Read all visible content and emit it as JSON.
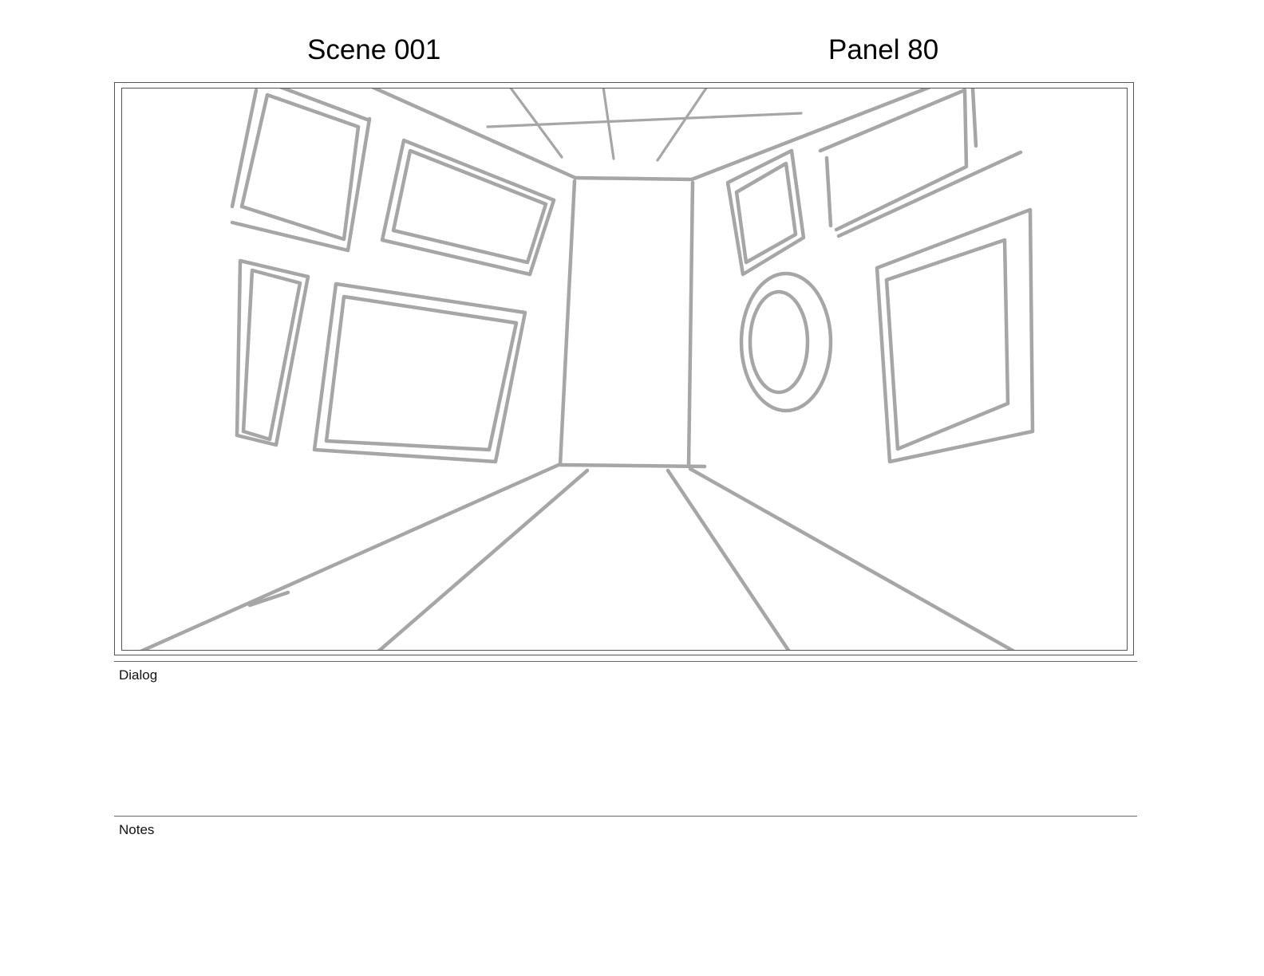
{
  "header": {
    "scene": "Scene 001",
    "panel": "Panel 80"
  },
  "sections": {
    "dialog_label": "Dialog",
    "dialog_text": "",
    "notes_label": "Notes",
    "notes_text": ""
  },
  "colors": {
    "sketch_stroke": "#a6a6a6",
    "frame_border": "#555555"
  }
}
